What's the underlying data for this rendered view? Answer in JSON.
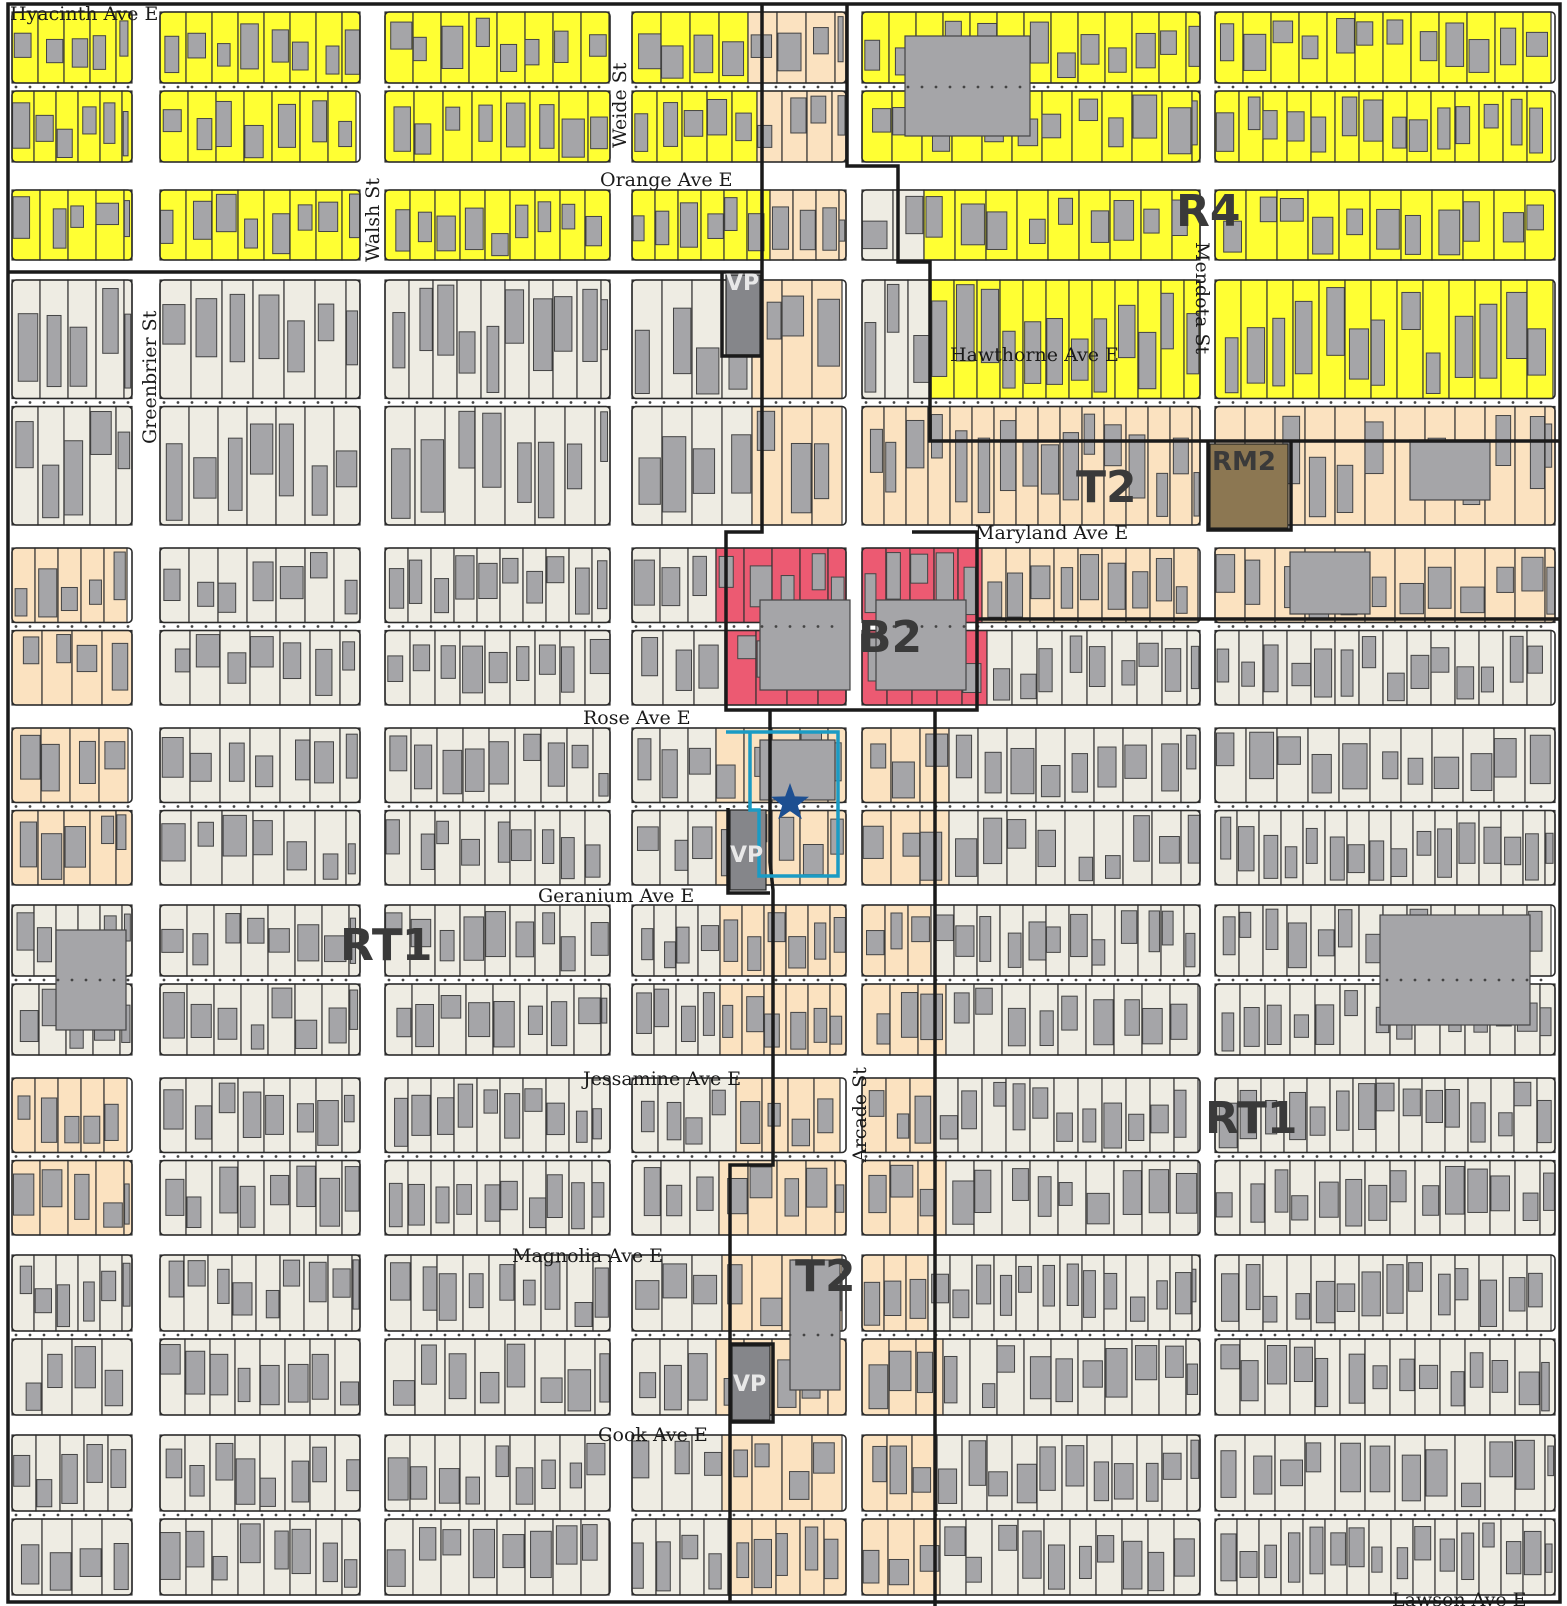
{
  "colors": {
    "background": "#ffffff",
    "street": "#ffffff",
    "block_residential": "#eeece3",
    "block_traditional": "#fbe2c0",
    "zone_r4": "#ffff33",
    "zone_b2": "#ec5a72",
    "zone_vp": "#85868a",
    "zone_rm2": "#8c7752",
    "building": "#a5a5a8",
    "boundary": "#1a1a1a",
    "site_outline": "#1b9bc4",
    "site_star": "#1d4f91"
  },
  "streets": {
    "hyacinth": "Hyacinth Ave E",
    "orange": "Orange Ave E",
    "hawthorne": "Hawthorne Ave E",
    "maryland": "Maryland Ave E",
    "rose": "Rose Ave E",
    "geranium": "Geranium Ave E",
    "jessamine": "Jessamine Ave E",
    "magnolia": "Magnolia Ave E",
    "cook": "Cook Ave E",
    "lawson": "Lawson Ave E",
    "greenbrier": "Greenbrier St",
    "walsh": "Walsh St",
    "weide": "Weide St",
    "arcade": "Arcade St",
    "mendota": "Mendota St"
  },
  "zones": {
    "r4": "R4",
    "t2_north": "T2",
    "t2_south": "T2",
    "rm2": "RM2",
    "b2": "B2",
    "rt1_west": "RT1",
    "rt1_east": "RT1",
    "vp_north": "VP",
    "vp_middle": "VP",
    "vp_south": "VP"
  },
  "icons": {
    "site_marker": "star-icon"
  }
}
